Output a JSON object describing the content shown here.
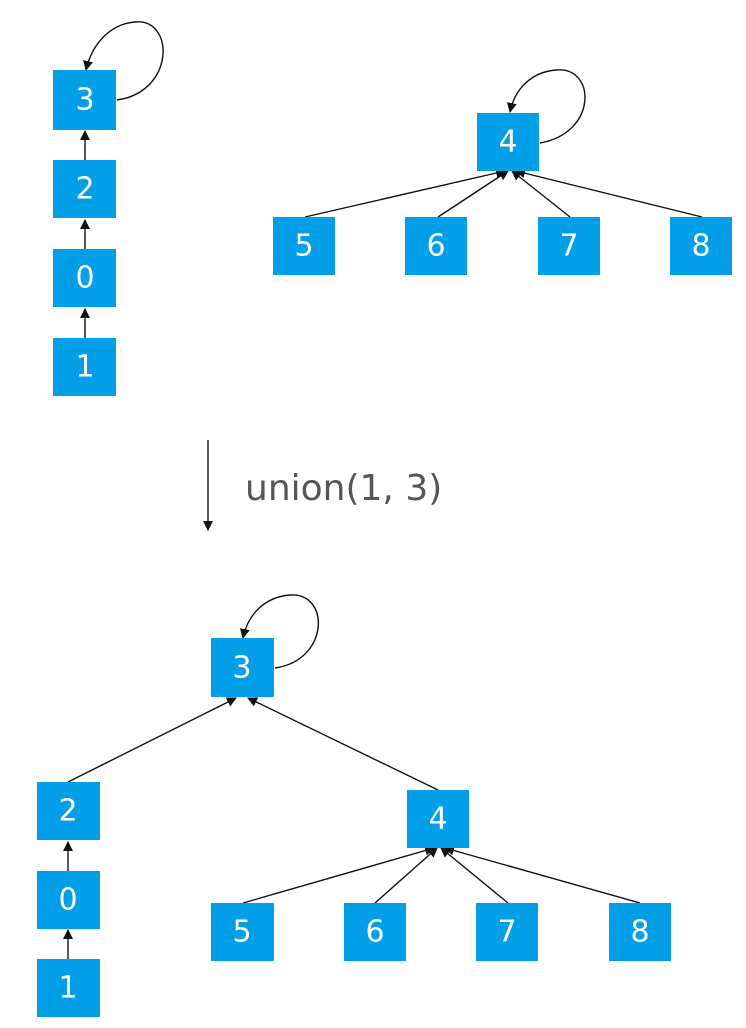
{
  "colors": {
    "node": "#009fe8",
    "node_text": "#ffffff",
    "edge": "#111111",
    "label": "#555555"
  },
  "before": {
    "forest_a": {
      "nodes": [
        "3",
        "2",
        "0",
        "1"
      ],
      "self_loop": "3"
    },
    "forest_b": {
      "root": "4",
      "children": [
        "5",
        "6",
        "7",
        "8"
      ],
      "self_loop": "4"
    }
  },
  "operation": {
    "label": "union(1, 3)"
  },
  "after": {
    "root": "3",
    "self_loop": "3",
    "left_chain": [
      "2",
      "0",
      "1"
    ],
    "right_subtree": {
      "root": "4",
      "children": [
        "5",
        "6",
        "7",
        "8"
      ]
    }
  }
}
